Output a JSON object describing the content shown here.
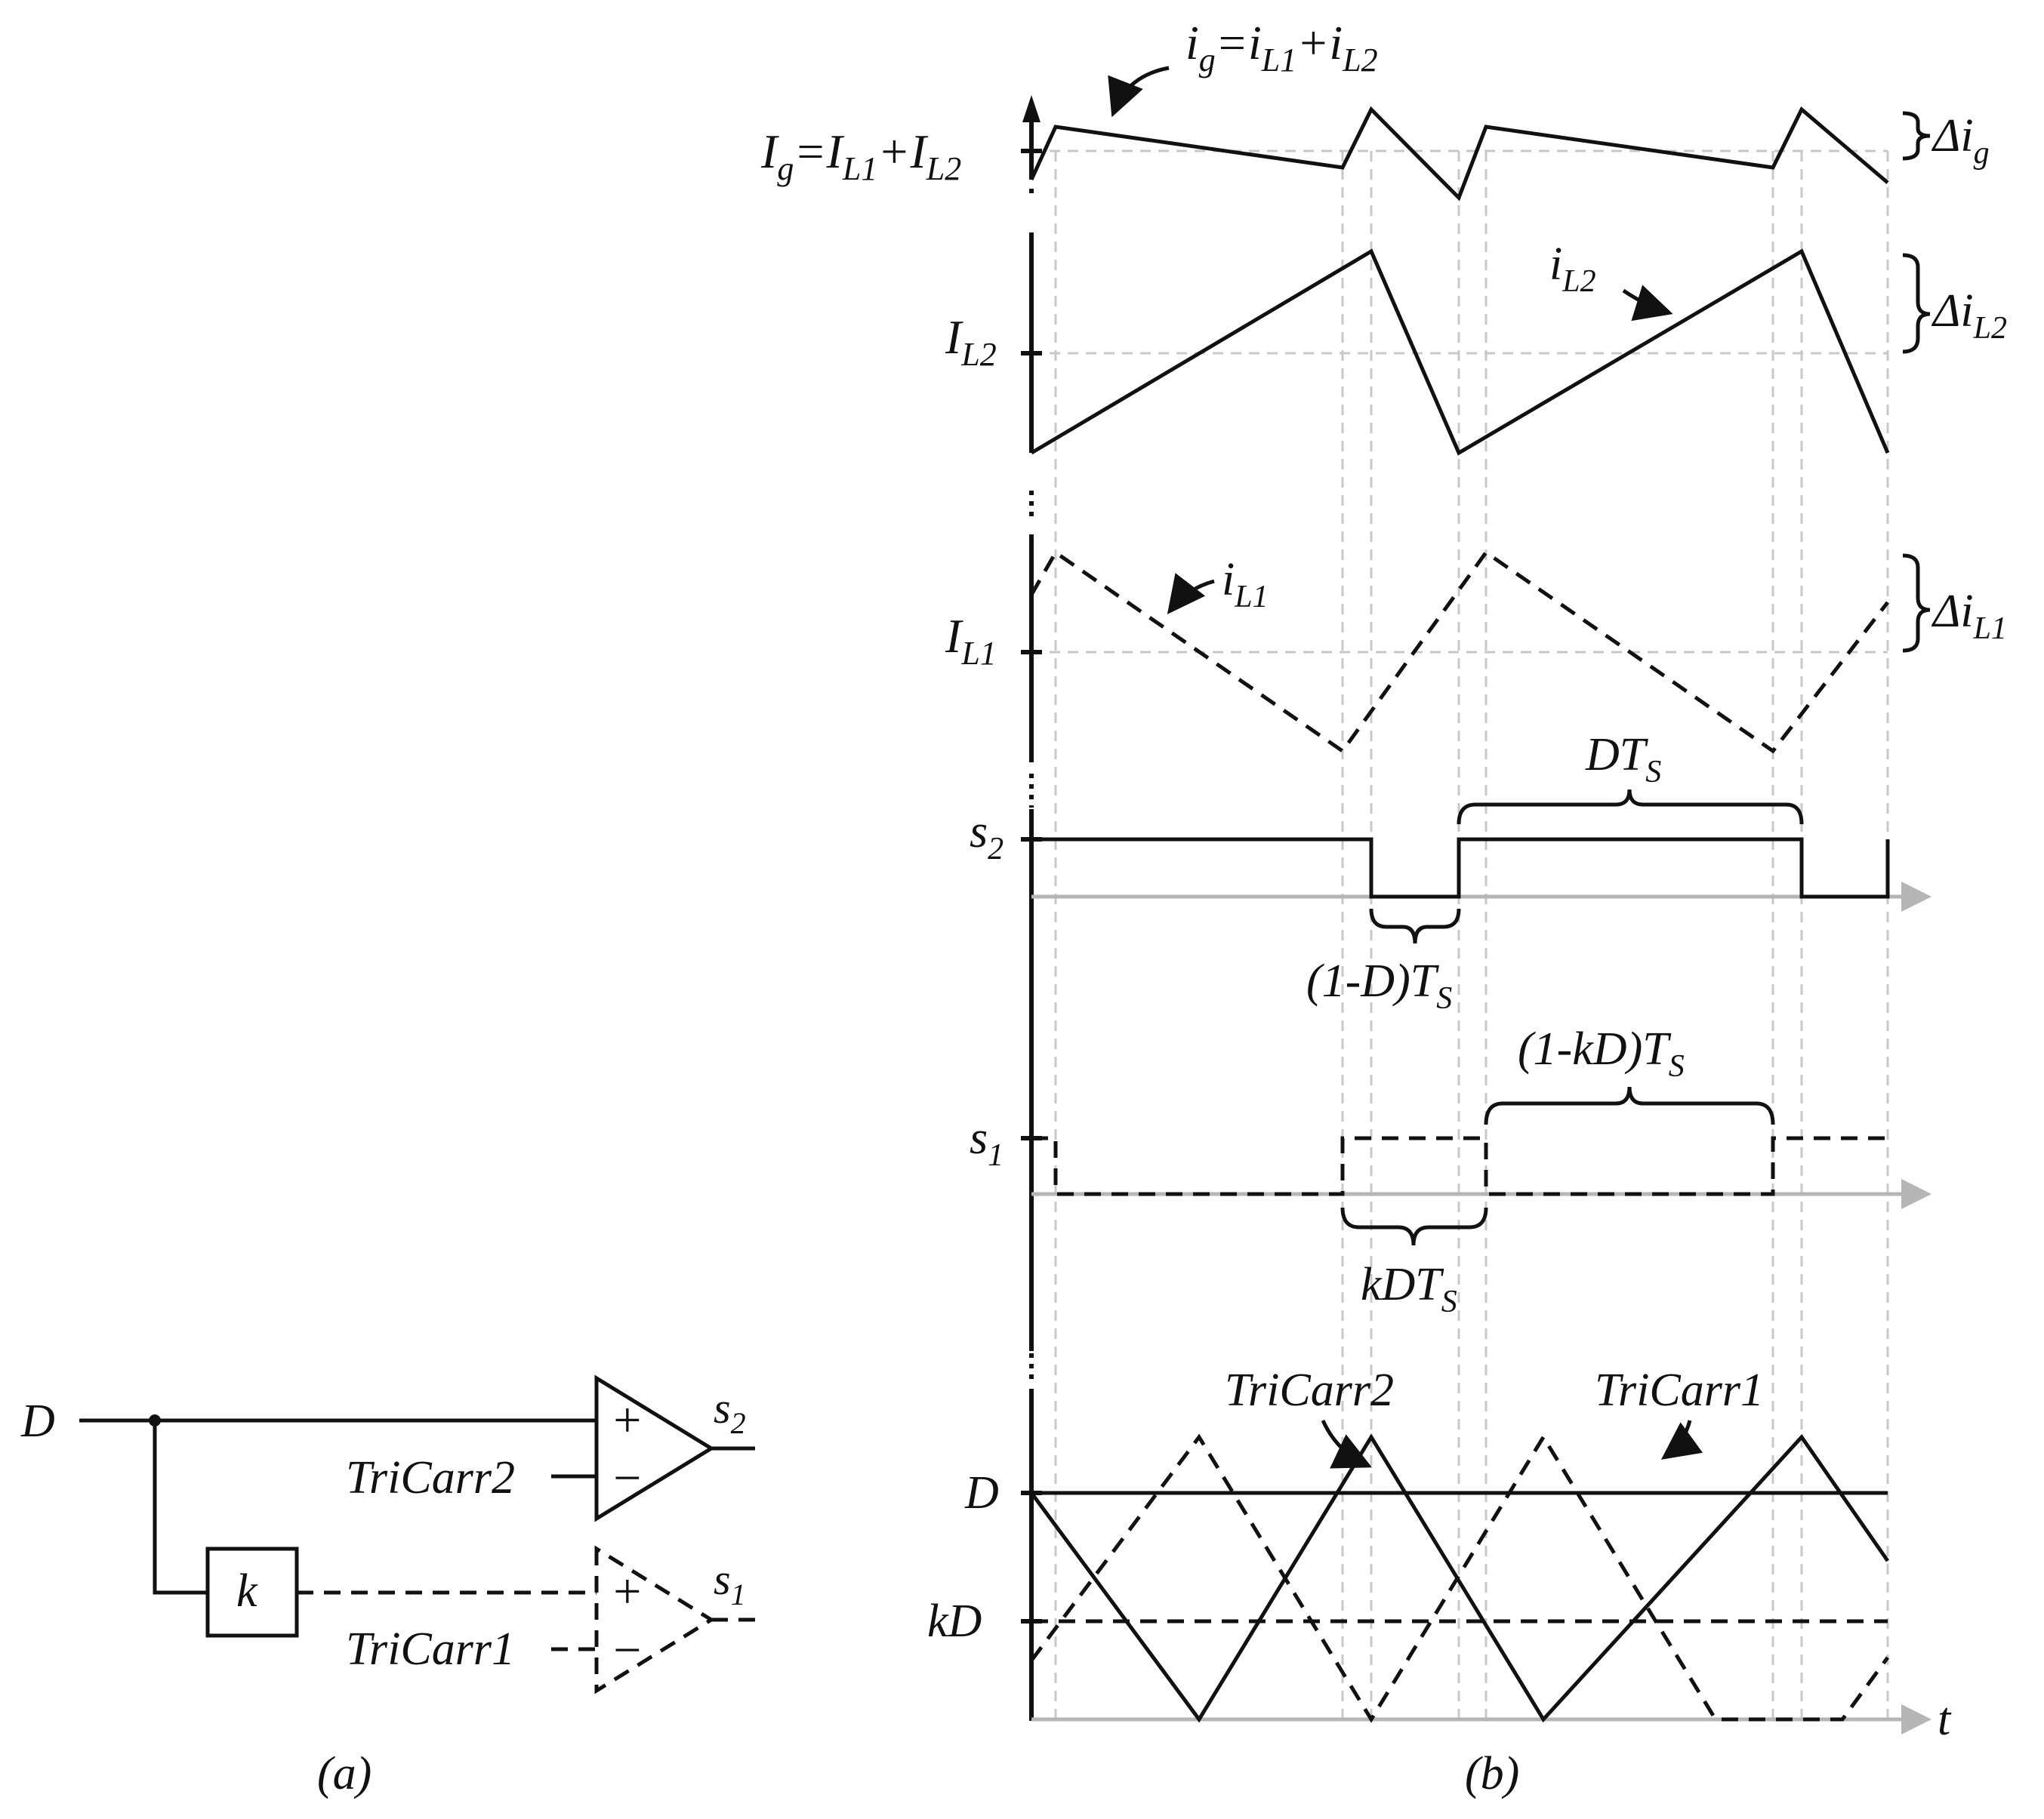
{
  "caption_a": "(a)",
  "caption_b": "(b)",
  "circuit": {
    "input_label": "D",
    "gain_label": "k",
    "carrier2_label": "TriCarr2",
    "carrier1_label": "TriCarr1",
    "out2": {
      "main": "s",
      "sub": "2"
    },
    "out1": {
      "main": "s",
      "sub": "1"
    },
    "plus": "+",
    "minus": "−"
  },
  "waveforms": {
    "ig_left": {
      "a": "I",
      "a_sub": "g",
      "b": "=I",
      "b_sub": "L1",
      "c": "+I",
      "c_sub": "L2"
    },
    "ig_curve": {
      "a": "i",
      "a_sub": "g",
      "b": "=i",
      "b_sub": "L1",
      "c": "+i",
      "c_sub": "L2"
    },
    "ig_ripple": {
      "main": "Δi",
      "sub": "g"
    },
    "IL2_label": {
      "main": "I",
      "sub": "L2"
    },
    "iL2_curve": {
      "main": "i",
      "sub": "L2"
    },
    "iL2_ripple": {
      "main": "Δi",
      "sub": "L2"
    },
    "IL1_label": {
      "main": "I",
      "sub": "L1"
    },
    "iL1_curve": {
      "main": "i",
      "sub": "L1"
    },
    "iL1_ripple": {
      "main": "Δi",
      "sub": "L1"
    },
    "s2_label": {
      "main": "s",
      "sub": "2"
    },
    "s1_label": {
      "main": "s",
      "sub": "1"
    },
    "DTs": {
      "main": "DT",
      "sub": "S"
    },
    "oneMinusD": {
      "main": "(1-D)T",
      "sub": "S"
    },
    "oneMinusKD": {
      "main": "(1-kD)T",
      "sub": "S"
    },
    "kDTs": {
      "main": "kDT",
      "sub": "S"
    },
    "D_level": "D",
    "kD_level": "kD",
    "tricarr2": "TriCarr2",
    "tricarr1": "TriCarr1",
    "t_axis": "t"
  }
}
